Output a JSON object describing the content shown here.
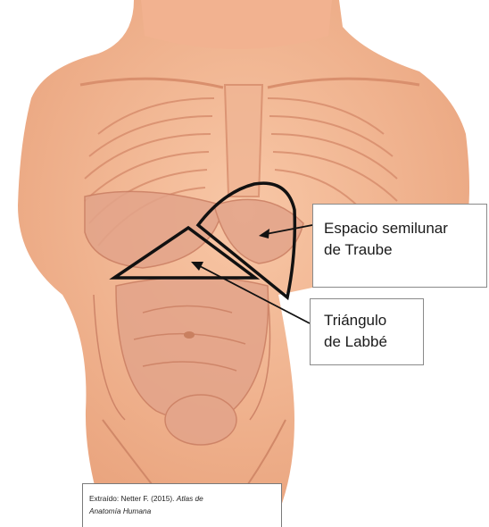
{
  "labels": {
    "traube": [
      "Espacio semilunar",
      "de Traube"
    ],
    "labbe": [
      "Triángulo",
      "de Labbé"
    ]
  },
  "credit": {
    "prefix": "Extraído: Netter F. (2015).",
    "title_part1": "Atlas de",
    "title_part2": "Anatomía Humana"
  },
  "colors": {
    "skin": "#f4b691",
    "skin_shadow": "#e49a78",
    "organ": "#e0a189",
    "outline": "#111111",
    "background": "#ffffff"
  }
}
